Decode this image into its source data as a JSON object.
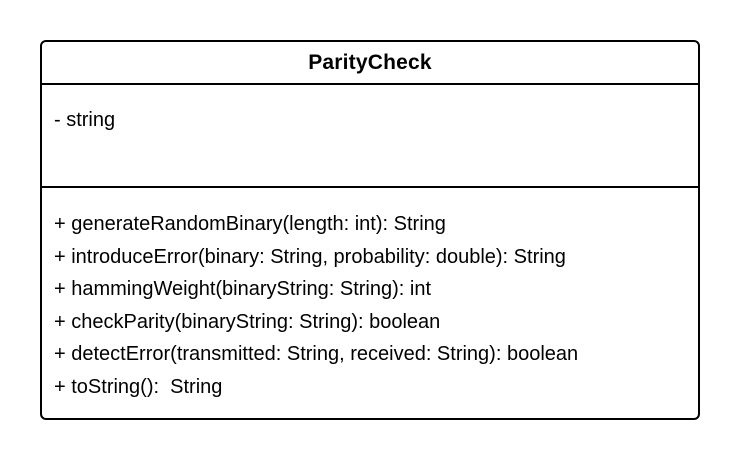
{
  "uml_class": {
    "name": "ParityCheck",
    "attributes": [
      "- string"
    ],
    "methods": [
      "+ generateRandomBinary(length: int): String",
      "+ introduceError(binary: String, probability: double): String",
      "+ hammingWeight(binaryString: String): int",
      "+ checkParity(binaryString: String): boolean",
      "+ detectError(transmitted: String, received: String): boolean",
      "+ toString():  String"
    ]
  }
}
